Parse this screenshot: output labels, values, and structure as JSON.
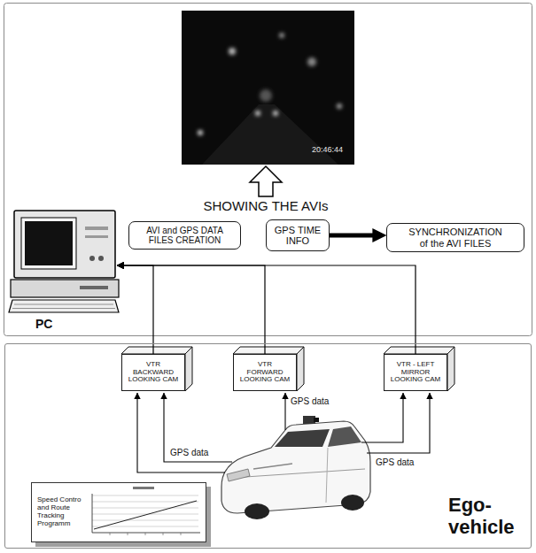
{
  "diagram": {
    "nodes": [
      {
        "text": [
          "PC"
        ]
      },
      {
        "text": [
          "AVI and GPS DATA FILES CREATION"
        ]
      },
      {
        "text": [
          "GPS TIME INFO"
        ]
      },
      {
        "text": [
          "SYNCHRONIZATION of the AVI FILES"
        ]
      },
      {
        "text": [
          "Ego-vehicle"
        ]
      },
      {
        "text": [
          "VTR BACKWARD LOOKING CAM"
        ],
        "in": 4
      },
      {
        "text": [
          "VTR FORWARD LOOKING CAM"
        ],
        "in": 4
      },
      {
        "text": [
          "VTR - LEFT MIRROR LOOKING CAM"
        ],
        "in": 4
      },
      {
        "text": [
          "Speed Contro and Route Tracking Programm"
        ],
        "in": 4
      }
    ],
    "edges": [
      {
        "from": 2,
        "to": 3,
        "arrow": "to"
      },
      {
        "from": 5,
        "to": 0,
        "arrow": "to"
      },
      {
        "from": 6,
        "to": 0,
        "arrow": "to"
      },
      {
        "from": 7,
        "to": 0,
        "arrow": "to"
      }
    ],
    "labels": [
      "20:46:44",
      "SHOWING THE AVIs",
      "GPS data",
      "GPS data",
      "GPS data"
    ]
  }
}
